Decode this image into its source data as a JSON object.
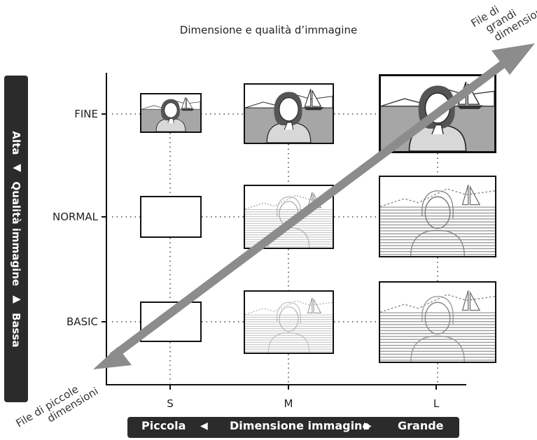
{
  "title": "Dimensione e qualità d’immagine",
  "left_axis": {
    "high": "Alta",
    "up_arrow": "▲",
    "label": "Qualità immagine",
    "down_arrow": "▼",
    "low": "Bassa"
  },
  "bottom_axis": {
    "small": "Piccola",
    "left_arrow": "◀",
    "label": "Dimensione immagine",
    "right_arrow": "▶",
    "large": "Grande"
  },
  "rows": [
    "FINE",
    "NORMAL",
    "BASIC"
  ],
  "columns": [
    "S",
    "M",
    "L"
  ],
  "diagonal": {
    "top_label_lines": [
      "File di",
      "grandi",
      "dimensioni"
    ],
    "bottom_label_lines": [
      "File di piccole",
      "dimensioni"
    ]
  },
  "colors": {
    "panel": "#2b2b2b",
    "arrow": "#8c8c8c",
    "sky": "#ffffff",
    "sea": "#9a9a9a"
  }
}
